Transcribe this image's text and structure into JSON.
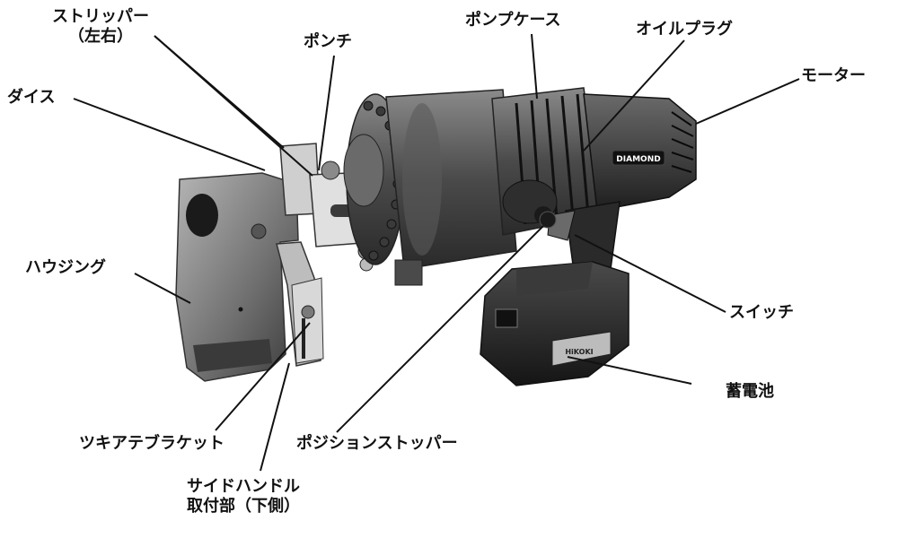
{
  "colors": {
    "ink": "#111111",
    "leader": "#111111",
    "metal_dark": "#2b2b2b",
    "metal_mid": "#5e5e5e",
    "metal_light": "#9a9a9a",
    "metal_pale": "#c8c8c8",
    "background": "#ffffff"
  },
  "labels": {
    "stripper": {
      "line1": "ストリッパー",
      "line2": "（左右）"
    },
    "punch": "ポンチ",
    "pump_case": "ポンプケース",
    "oil_plug": "オイルプラグ",
    "motor": "モーター",
    "die": "ダイス",
    "housing": "ハウジング",
    "switch": "スイッチ",
    "battery": "蓄電池",
    "support_bracket": "ツキアテブラケット",
    "position_stopper": "ポジションストッパー",
    "side_handle": {
      "line1": "サイドハンドル",
      "line2": "取付部（下側）"
    }
  },
  "product_badge": "DIAMOND",
  "battery_badge": "HiKOKI"
}
